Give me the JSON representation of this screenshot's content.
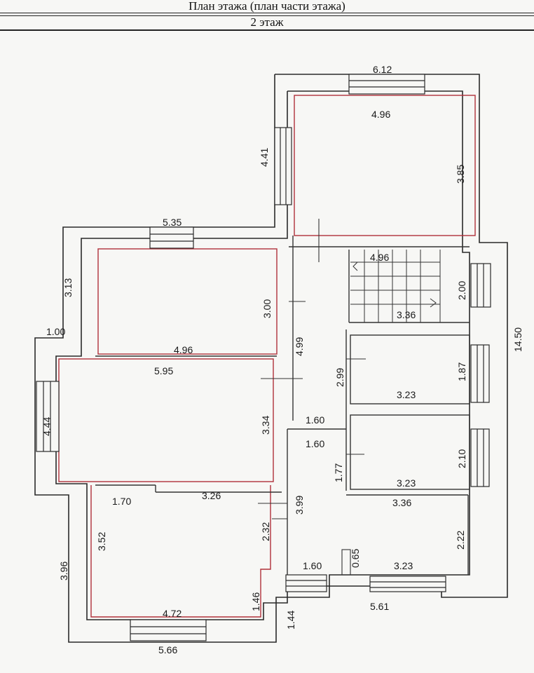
{
  "header": {
    "title": "План этажа (план части этажа)",
    "floor": "2 этаж"
  },
  "colors": {
    "wall": "#2a2a2a",
    "room_outline": "#b0303a",
    "background": "#f7f7f5"
  },
  "dimensions": {
    "top_width": "6.12",
    "room1_width": "4.96",
    "room1_depth": "3.85",
    "left_upper_height": "4.41",
    "wing_width": "5.35",
    "wing_height": "3.13",
    "step_width": "1.00",
    "room2_depth": "3.00",
    "room2_width": "4.96",
    "corridor_length": "4.99",
    "stair_width": "4.96",
    "stair_depth": "2.00",
    "stair_landing": "3.36",
    "total_height": "14.50",
    "room3_width": "5.95",
    "room3_depth": "3.34",
    "left_mid_height": "4.44",
    "room4_depth": "2.99",
    "room4_width": "3.23",
    "room4_window": "1.87",
    "hall_width_upper": "1.60",
    "hall_width_lower": "1.60",
    "room5_depth": "1.77",
    "room5_width": "3.23",
    "room5_window": "2.10",
    "room6_offset": "1.70",
    "room6_width": "3.26",
    "hall_length": "3.99",
    "room6_inner": "2.32",
    "room6_depth": "3.52",
    "left_lower_height": "3.96",
    "room7_width": "3.36",
    "room7_depth": "2.22",
    "niche": "0.65",
    "hall_width_bottom": "1.60",
    "room7_bottom": "3.23",
    "notch_height": "1.46",
    "room6_bottom": "4.72",
    "notch_outer": "1.44",
    "bottom_right_width": "5.61",
    "bottom_left_width": "5.66"
  }
}
